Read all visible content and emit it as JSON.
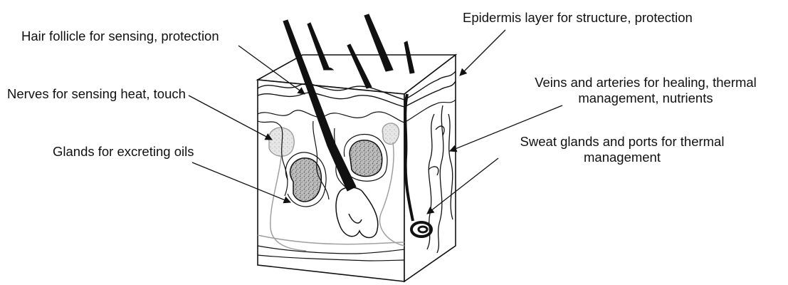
{
  "labels": {
    "hair_follicle": "Hair follicle for sensing, protection",
    "nerves": "Nerves for sensing heat, touch",
    "glands": "Glands for excreting oils",
    "epidermis": "Epidermis layer for structure, protection",
    "veins_line1": "Veins and arteries for healing, thermal",
    "veins_line2": "management, nutrients",
    "sweat_line1": "Sweat glands and ports for thermal",
    "sweat_line2": "management"
  }
}
